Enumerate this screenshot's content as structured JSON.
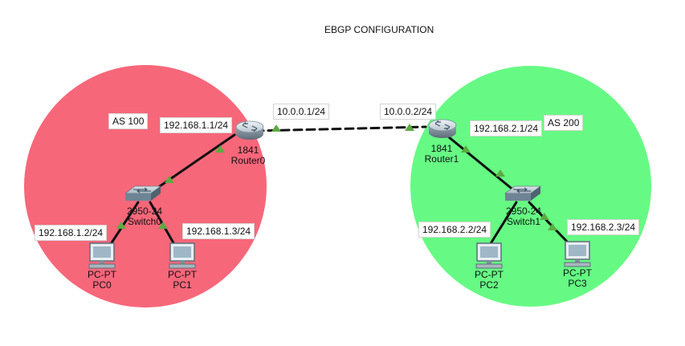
{
  "title": "EBGP CONFIGURATION",
  "colors": {
    "as100_fill": "#f7677a",
    "as200_fill": "#66fa84",
    "link": "#111111",
    "port_indicator": "#5cab40"
  },
  "as_areas": [
    {
      "label": "AS 100"
    },
    {
      "label": "AS 200"
    }
  ],
  "routers": [
    {
      "model": "1841",
      "name": "Router0",
      "icon": "router-icon"
    },
    {
      "model": "1841",
      "name": "Router1",
      "icon": "router-icon"
    }
  ],
  "switches": [
    {
      "model": "2950-24",
      "name": "Switch0",
      "icon": "switch-icon"
    },
    {
      "model": "2950-24",
      "name": "Switch1",
      "icon": "switch-icon"
    }
  ],
  "pcs": [
    {
      "model": "PC-PT",
      "name": "PC0",
      "icon": "pc-icon"
    },
    {
      "model": "PC-PT",
      "name": "PC1",
      "icon": "pc-icon"
    },
    {
      "model": "PC-PT",
      "name": "PC2",
      "icon": "pc-icon"
    },
    {
      "model": "PC-PT",
      "name": "PC3",
      "icon": "pc-icon"
    }
  ],
  "ip_labels": {
    "router0_lan": "192.168.1.1/24",
    "router0_wan": "10.0.0.1/24",
    "router1_wan": "10.0.0.2/24",
    "router1_lan": "192.168.2.1/24",
    "pc0": "192.168.1.2/24",
    "pc1": "192.168.1.3/24",
    "pc2": "192.168.2.2/24",
    "pc3": "192.168.2.3/24"
  }
}
